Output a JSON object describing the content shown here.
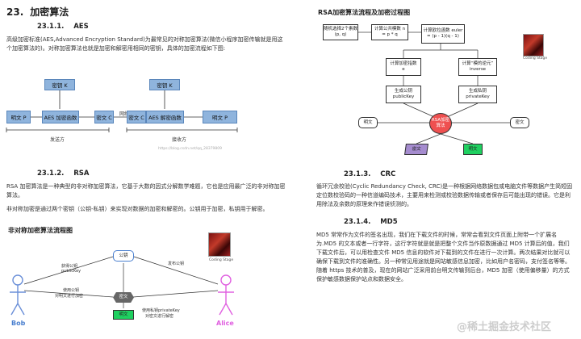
{
  "left_page": {
    "chapter_num": "23.",
    "chapter_title": "加密算法",
    "s1_num": "23.1.1.",
    "s1_title": "AES",
    "s1_para": "高级加密标准(AES,Advanced Encryption Standard)为最常见的对称加密算法(微信小程序加密传输就是用这个加密算法的)。对称加密算法也就是加密和解密用相同的密钥，具体的加密流程如下图:",
    "aes_diagram": {
      "key1": "密钥 K",
      "key2": "密钥 K",
      "plain1": "明文 P",
      "enc": "AES 加密函数",
      "cipher1": "密文 C",
      "transfer": "网络传输",
      "cipher2": "密文 C",
      "dec": "AES 解密函数",
      "plain2": "明文 P",
      "sender": "发送方",
      "receiver": "接收方",
      "watermark": "https://blog.csdn.net/qq_28379809"
    },
    "s2_num": "23.1.2.",
    "s2_title": "RSA",
    "s2_para1": "RSA 加密算法是一种典型的非对称加密算法，它基于大数的因式分解数学难题，它也是应用最广泛的非对称加密算法。",
    "s2_para2": "非对称加密是通过两个密钥（公钥-私钥）来实现对数据的加密和解密的。公钥用于加密，私钥用于解密。",
    "rsa_diagram": {
      "title": "非对称加密算法流程图",
      "public_key": "公钥",
      "get_pub": "获得公钥",
      "get_pub2": "publicKey",
      "publish": "发布公钥",
      "use_pub": "使用公钥",
      "use_pub2": "对明文进行加密",
      "cipher": "密文",
      "use_priv": "使用私钥privateKey",
      "use_priv2": "对密文进行解密",
      "plain": "明文",
      "bob": "Bob",
      "alice": "Alice",
      "avatar_caption": "Coding Stage"
    }
  },
  "right_page": {
    "flow_title": "RSA加密算法流程及加密过程图",
    "flow": {
      "pick": "随机选择2个素数(p, q)",
      "n": "计算公共模数 n = p * q",
      "euler": "计算欧拉函数 euler = (p - 1)(q - 1)",
      "e": "计算加密指数",
      "e2": "e",
      "inv": "计算“模的逆元” inverse",
      "pub": "生成公钥",
      "pub2": "publicKey",
      "priv": "生成私钥",
      "priv2": "privateKey",
      "plain_in": "明文",
      "core": "RSA加密 算法",
      "cipher_in": "密文",
      "cipher_out": "密文",
      "plain_out": "明文",
      "avatar_caption": "Coding Stage"
    },
    "s3_num": "23.1.3.",
    "s3_title": "CRC",
    "s3_para": "循环冗余校验(Cyclic Redundancy Check, CRC)是一种根据网络数据包或电脑文件等数据产生简短固定位数校验码的一种信道编码技术，主要用来检测或校验数据传输或者保存后可能出现的错误。它是利用除法及余数的原理来作错误侦测的。",
    "s4_num": "23.1.4.",
    "s4_title": "MD5",
    "s4_para": "MD5 常常作为文件的签名出现，我们在下载文件的时候，常常会看到文件页面上附带一个扩展名为.MD5 的文本或者一行字符，这行字符就是就是把整个文件当作原数据通过 MD5 计算后的值，我们下载文件后，可以用检查文件 MD5 信息的软件对下载到的文件在进行一次计算。两次结果对比就可以确保下载到文件的准确性。另一种常见用途就是网站敏感信息加密，比如用户名密码，支付签名等等。随着 https 技术的普及，现在的网站广泛采用前台明文传输到后台，MD5 加密（使用偏移量）的方式保护敏感数据保护站点和数据安全。",
    "watermark": "@稀土掘金技术社区"
  }
}
